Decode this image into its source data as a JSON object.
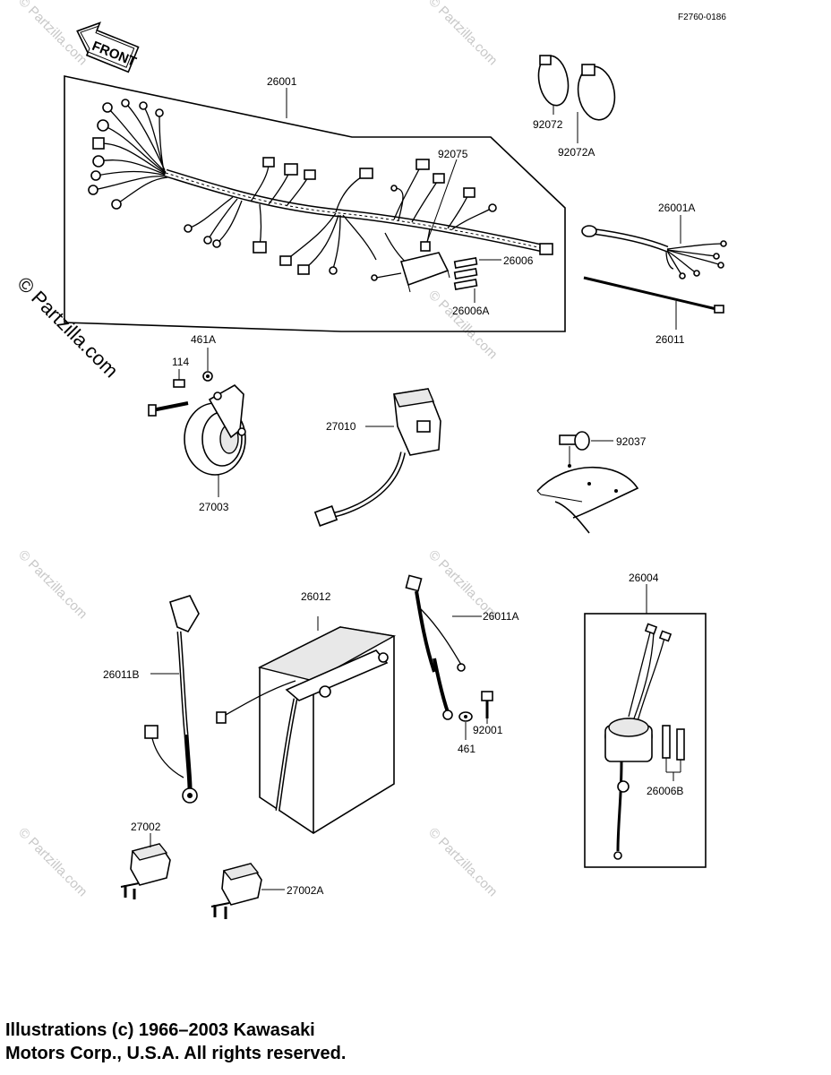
{
  "figure_code": "F2760-0186",
  "front_arrow_label": "FRONT",
  "watermark": "© Partzilla.com",
  "copyright": [
    "Illustrations (c) 1966–2003 Kawasaki",
    "Motors Corp., U.S.A.  All rights reserved."
  ],
  "parts": {
    "p26001": "26001",
    "p92075": "92075",
    "p26006": "26006",
    "p26006A": "26006A",
    "p92072": "92072",
    "p92072A": "92072A",
    "p26001A": "26001A",
    "p26011": "26011",
    "p461A": "461A",
    "p114": "114",
    "p27003": "27003",
    "p27010": "27010",
    "p92037": "92037",
    "p26012": "26012",
    "p26011A": "26011A",
    "p26011B": "26011B",
    "p92001": "92001",
    "p461": "461",
    "p26004": "26004",
    "p26006B": "26006B",
    "p27002": "27002",
    "p27002A": "27002A"
  }
}
